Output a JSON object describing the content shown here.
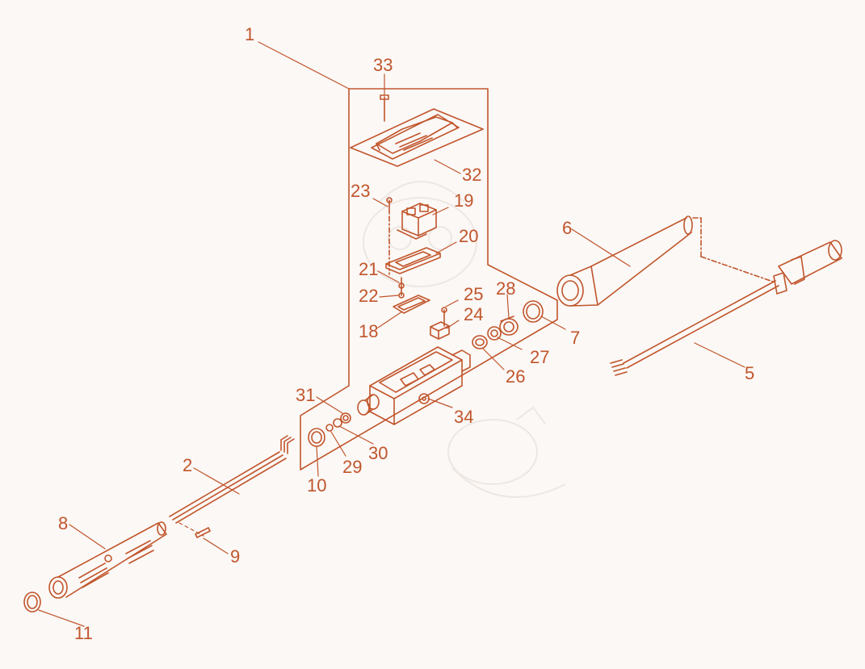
{
  "diagram": {
    "type": "exploded-parts-diagram",
    "line_color": "#c1552b",
    "background": "#fbf8f6",
    "watermark": "faint cartoon mascot drawing",
    "part_labels": [
      "1",
      "2",
      "5",
      "6",
      "7",
      "8",
      "9",
      "10",
      "11",
      "18",
      "19",
      "20",
      "21",
      "22",
      "23",
      "24",
      "25",
      "26",
      "27",
      "28",
      "29",
      "30",
      "31",
      "32",
      "33",
      "34"
    ]
  }
}
